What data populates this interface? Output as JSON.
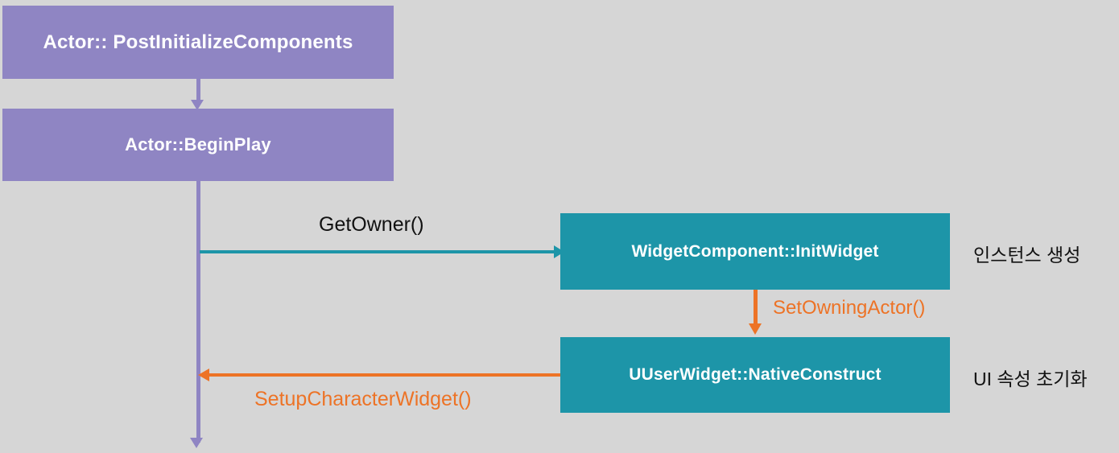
{
  "diagram": {
    "title": "Unreal Engine widget initialization call sequence",
    "background_color": "#d6d6d6",
    "colors": {
      "purple": "#8f85c3",
      "teal": "#1d95a8",
      "orange": "#ed7326",
      "text_light": "#ffffff",
      "text_dark": "#111111"
    },
    "nodes": [
      {
        "id": "post-initialize-components",
        "label": "Actor:: PostInitializeComponents",
        "color": "#8f85c3"
      },
      {
        "id": "begin-play",
        "label": "Actor::BeginPlay",
        "color": "#8f85c3"
      },
      {
        "id": "init-widget",
        "label": "WidgetComponent::InitWidget",
        "color": "#1d95a8"
      },
      {
        "id": "native-construct",
        "label": "UUserWidget::NativeConstruct",
        "color": "#1d95a8"
      }
    ],
    "edges": [
      {
        "id": "getowner",
        "label": "GetOwner()",
        "from": "begin-play",
        "to": "init-widget",
        "color": "#1d95a8",
        "direction": "right"
      },
      {
        "id": "setowningactor",
        "label": "SetOwningActor()",
        "from": "init-widget",
        "to": "native-construct",
        "color": "#ed7326",
        "direction": "down"
      },
      {
        "id": "setupcharacterwidget",
        "label": "SetupCharacterWidget()",
        "from": "native-construct",
        "to": "begin-play",
        "color": "#ed7326",
        "direction": "left"
      },
      {
        "id": "lifeline-flow",
        "label": "",
        "from": "post-initialize-components",
        "to": "begin-play",
        "color": "#8f85c3",
        "direction": "down"
      }
    ],
    "annotations": [
      {
        "id": "instance-creation",
        "text": "인스턴스 생성"
      },
      {
        "id": "ui-init",
        "text": "UI 속성 초기화"
      }
    ]
  }
}
